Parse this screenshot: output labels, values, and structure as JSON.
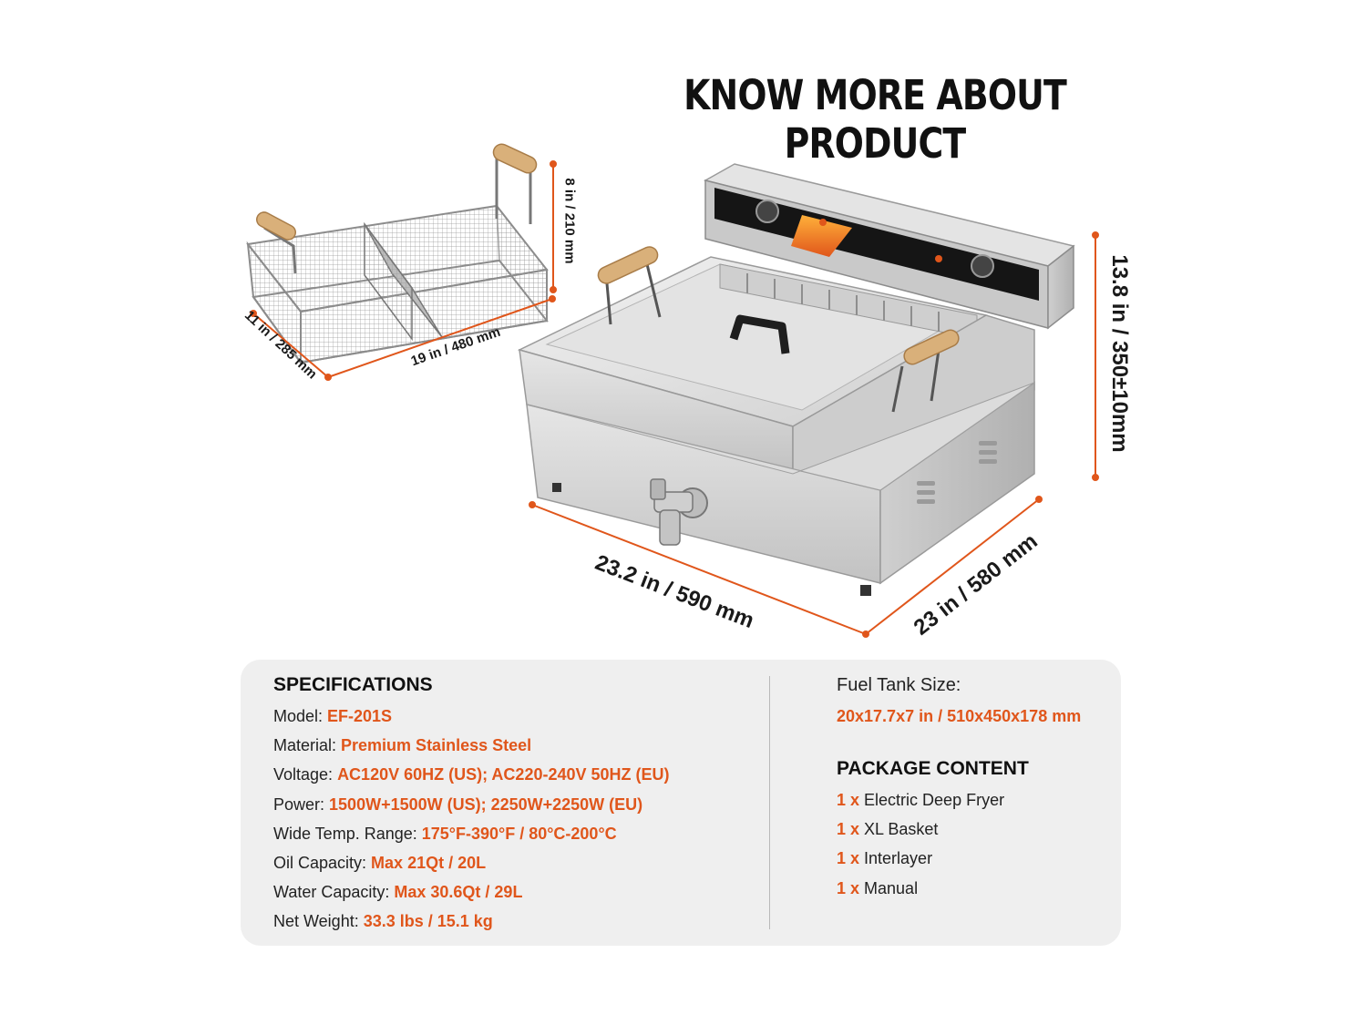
{
  "headline": "KNOW MORE ABOUT PRODUCT",
  "dimensions": {
    "basket_height": "8 in / 210 mm",
    "basket_depth": "11 in / 285 mm",
    "basket_width": "19 in / 480 mm",
    "fryer_height": "13.8 in / 350±10mm",
    "fryer_width": "23.2 in / 590 mm",
    "fryer_depth": "23 in / 580 mm"
  },
  "colors": {
    "accent": "#e0561b",
    "panel": "#efefef",
    "steel": "#d6d6d6"
  },
  "specifications": {
    "title": "SPECIFICATIONS",
    "items": [
      {
        "label": "Model: ",
        "value": "EF-201S"
      },
      {
        "label": "Material: ",
        "value": "Premium Stainless Steel"
      },
      {
        "label": "Voltage: ",
        "value": "AC120V 60HZ (US); AC220-240V 50HZ (EU)"
      },
      {
        "label": "Power: ",
        "value": "1500W+1500W (US); 2250W+2250W (EU)"
      },
      {
        "label": "Wide Temp. Range: ",
        "value": "175°F-390°F / 80°C-200°C"
      },
      {
        "label": "Oil Capacity: ",
        "value": "Max 21Qt / 20L"
      },
      {
        "label": "Water Capacity: ",
        "value": "Max 30.6Qt / 29L"
      },
      {
        "label": "Net Weight: ",
        "value": "33.3 lbs / 15.1 kg"
      }
    ]
  },
  "fuel_tank": {
    "label": "Fuel Tank Size:",
    "value": "20x17.7x7 in / 510x450x178 mm"
  },
  "package": {
    "title": "PACKAGE CONTENT",
    "items": [
      {
        "qty": "1 x ",
        "name": "Electric Deep Fryer"
      },
      {
        "qty": "1 x ",
        "name": "XL Basket"
      },
      {
        "qty": "1 x ",
        "name": "Interlayer"
      },
      {
        "qty": "1 x ",
        "name": "Manual"
      }
    ]
  }
}
